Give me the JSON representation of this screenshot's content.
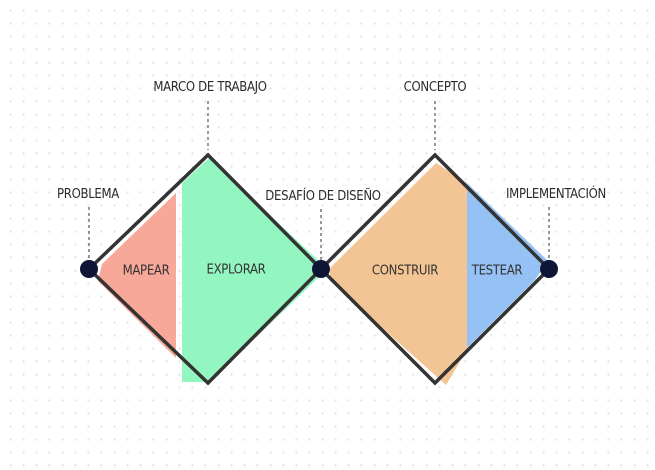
{
  "colors": {
    "outline": "#333333",
    "node": "#0f1535",
    "leader": "#333333",
    "mapear": "#f7a898",
    "explorar": "#93f6c1",
    "construir": "#f4c594",
    "testear": "#96c1f4"
  },
  "diagram": {
    "top_labels": {
      "marco": "MARCO DE TRABAJO",
      "concepto": "CONCEPTO"
    },
    "side_labels": {
      "problema": "PROBLEMA",
      "desafio": "DESAFÍO DE DISEÑO",
      "implementacion": "IMPLEMENTACIÓN"
    },
    "phases": {
      "mapear": "MAPEAR",
      "explorar": "EXPLORAR",
      "construir": "CONSTRUIR",
      "testear": "TESTEAR"
    }
  }
}
